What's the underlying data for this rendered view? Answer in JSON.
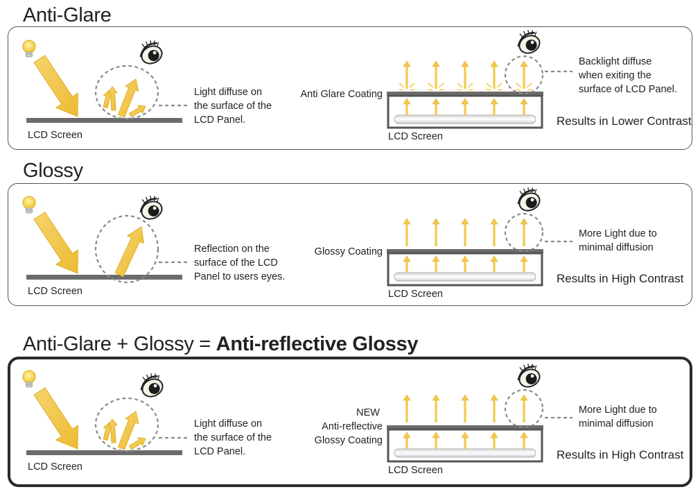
{
  "sections": [
    {
      "title": "Anti-Glare",
      "left": {
        "screen_label": "LCD Screen",
        "description": [
          "Light diffuse on",
          "the surface of the",
          "LCD Panel."
        ]
      },
      "right": {
        "coating_label": [
          "Anti Glare Coating"
        ],
        "screen_label": "LCD Screen",
        "note": [
          "Backlight diffuse",
          "when exiting the",
          "surface of LCD Panel."
        ],
        "result": "Results in Lower Contrast"
      }
    },
    {
      "title": "Glossy",
      "left": {
        "screen_label": "LCD Screen",
        "description": [
          "Reflection on the",
          "surface of the LCD",
          "Panel to users eyes."
        ]
      },
      "right": {
        "coating_label": [
          "Glossy Coating"
        ],
        "screen_label": "LCD Screen",
        "note": [
          "More Light due to",
          "minimal diffusion"
        ],
        "result": "Results in High Contrast"
      }
    },
    {
      "title_normal": "Anti-Glare + Glossy = ",
      "title_bold": "Anti-reflective Glossy",
      "left": {
        "screen_label": "LCD Screen",
        "description": [
          "Light diffuse on",
          "the surface of the",
          "LCD Panel."
        ]
      },
      "right": {
        "coating_label": [
          "NEW",
          "Anti-reflective",
          "Glossy Coating"
        ],
        "screen_label": "LCD Screen",
        "note": [
          "More Light due to",
          "minimal diffusion"
        ],
        "result": "Results in High Contrast"
      }
    }
  ],
  "colors": {
    "arrow": "#f2c94c",
    "arrow_edge": "#e0ae2a",
    "surface": "#6b6b6b",
    "dashed": "#8a8a8a",
    "bulb": "#f7d24a"
  },
  "icons": [
    "light-bulb-icon",
    "eye-icon"
  ]
}
